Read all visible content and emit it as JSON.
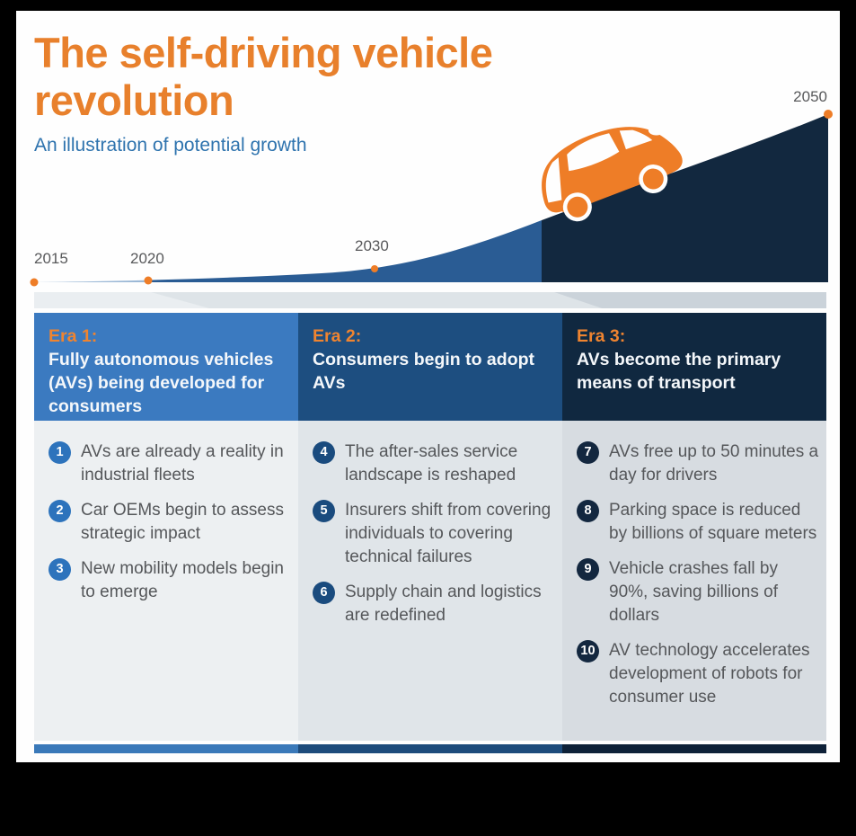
{
  "header": {
    "title": "The self-driving vehicle revolution",
    "subtitle": "An illustration of potential growth"
  },
  "chart": {
    "years": [
      "2015",
      "2020",
      "2030",
      "2050"
    ]
  },
  "chart_data": {
    "type": "area",
    "title": "The self-driving vehicle revolution",
    "subtitle": "An illustration of potential growth",
    "x": [
      2015,
      2020,
      2030,
      2050
    ],
    "x_labels": [
      "2015",
      "2020",
      "2030",
      "2050"
    ],
    "y_relative": [
      0.02,
      0.04,
      0.14,
      1.0
    ],
    "ylabel": "",
    "note": "Illustrative growth curve with no numeric y-axis; orange markers at each labeled year; curve fill changes from light blue to medium blue to dark navy as adoption grows",
    "marker_color": "#ee7d27",
    "segment_colors": [
      "#9bb8d6",
      "#2a5c94",
      "#12283f"
    ],
    "legend": "none",
    "grid": false
  },
  "eras": [
    {
      "label": "Era 1:",
      "heading": "Fully autonomous vehicles (AVs) being developed for consumers",
      "items": [
        {
          "num": "1",
          "text": "AVs are already a reality in industrial fleets"
        },
        {
          "num": "2",
          "text": "Car OEMs begin to assess strategic impact"
        },
        {
          "num": "3",
          "text": "New mobility models begin to emerge"
        }
      ]
    },
    {
      "label": "Era 2:",
      "heading": "Consumers begin to adopt AVs",
      "items": [
        {
          "num": "4",
          "text": "The after-sales service landscape is reshaped"
        },
        {
          "num": "5",
          "text": "Insurers shift from covering individuals to covering technical failures"
        },
        {
          "num": "6",
          "text": "Supply chain and logistics are redefined"
        }
      ]
    },
    {
      "label": "Era 3:",
      "heading": "AVs become the primary means of transport",
      "items": [
        {
          "num": "7",
          "text": "AVs free up to 50 minutes a day for drivers"
        },
        {
          "num": "8",
          "text": "Parking space is reduced by billions of square meters"
        },
        {
          "num": "9",
          "text": "Vehicle crashes fall by 90%, saving billions of dollars"
        },
        {
          "num": "10",
          "text": "AV technology accelerates development of robots for consumer use"
        }
      ]
    }
  ],
  "colors": {
    "title_orange": "#e8802c",
    "accent_orange": "#ee7d27",
    "era_label_orange": "#ef8430",
    "subtitle_blue": "#2e73ae",
    "era1_blue": "#3b7ac0",
    "era2_blue": "#1d4e80",
    "era3_navy": "#102840",
    "curve_mid_blue": "#2a5c94",
    "curve_navy": "#12283f",
    "body_text_gray": "#55575a",
    "frame_black": "#000000"
  }
}
